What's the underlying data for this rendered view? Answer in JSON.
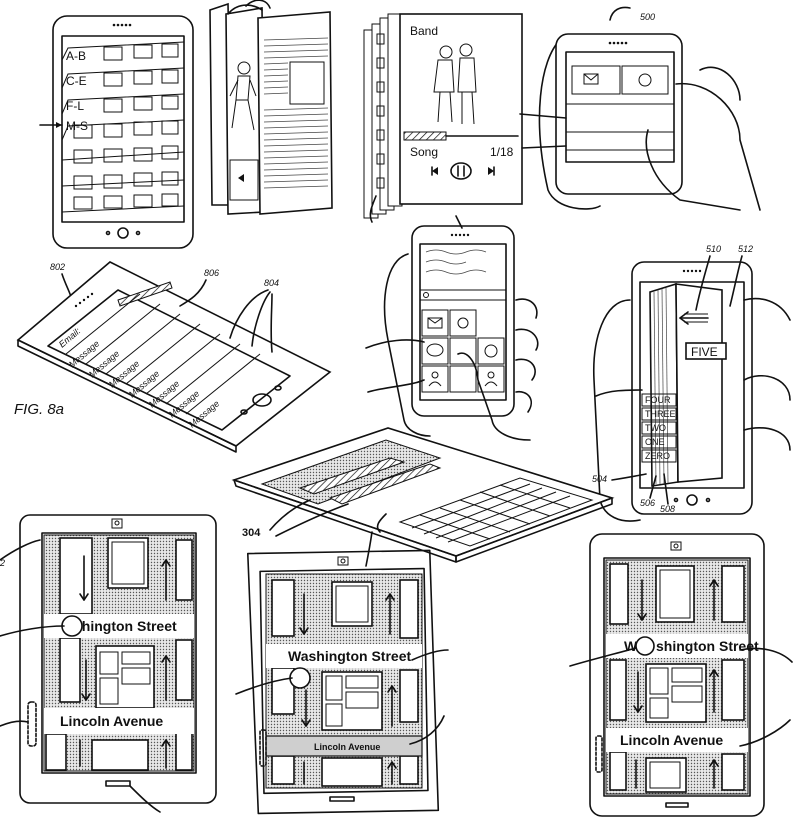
{
  "sheet": {
    "figure_label": "FIG. 8a"
  },
  "contacts_tablet": {
    "tabs": [
      "A-B",
      "C-E",
      "F-L",
      "M-S"
    ]
  },
  "music_player": {
    "title": "Band",
    "song_label": "Song",
    "track_counter": "1/18"
  },
  "email_phone": {
    "ref_device": "802",
    "ref_pane": "806",
    "ref_panels": "804",
    "header": "Email:",
    "rows": [
      "Message",
      "Message",
      "Message",
      "Message",
      "Message",
      "Message",
      "Message"
    ]
  },
  "countdown_phone": {
    "ref_left": "510",
    "ref_right": "512",
    "ref_504": "504",
    "ref_506": "506",
    "ref_508": "508",
    "big_label": "FIVE",
    "stack": [
      "FOUR",
      "THREE",
      "TWO",
      "ONE",
      "ZERO"
    ]
  },
  "keyboard_device": {
    "ref": "304"
  },
  "map_1": {
    "street_top": "shington Street",
    "street_bottom": "Lincoln Avenue"
  },
  "map_2": {
    "street_top": "Washington Street",
    "street_bottom": "Lincoln Avenue"
  },
  "map_3": {
    "street_top": "W",
    "street_top_rest": "shington Street",
    "street_bottom": "Lincoln Avenue"
  },
  "partial_refs": {
    "top_right": "500",
    "left_edge": "2"
  }
}
